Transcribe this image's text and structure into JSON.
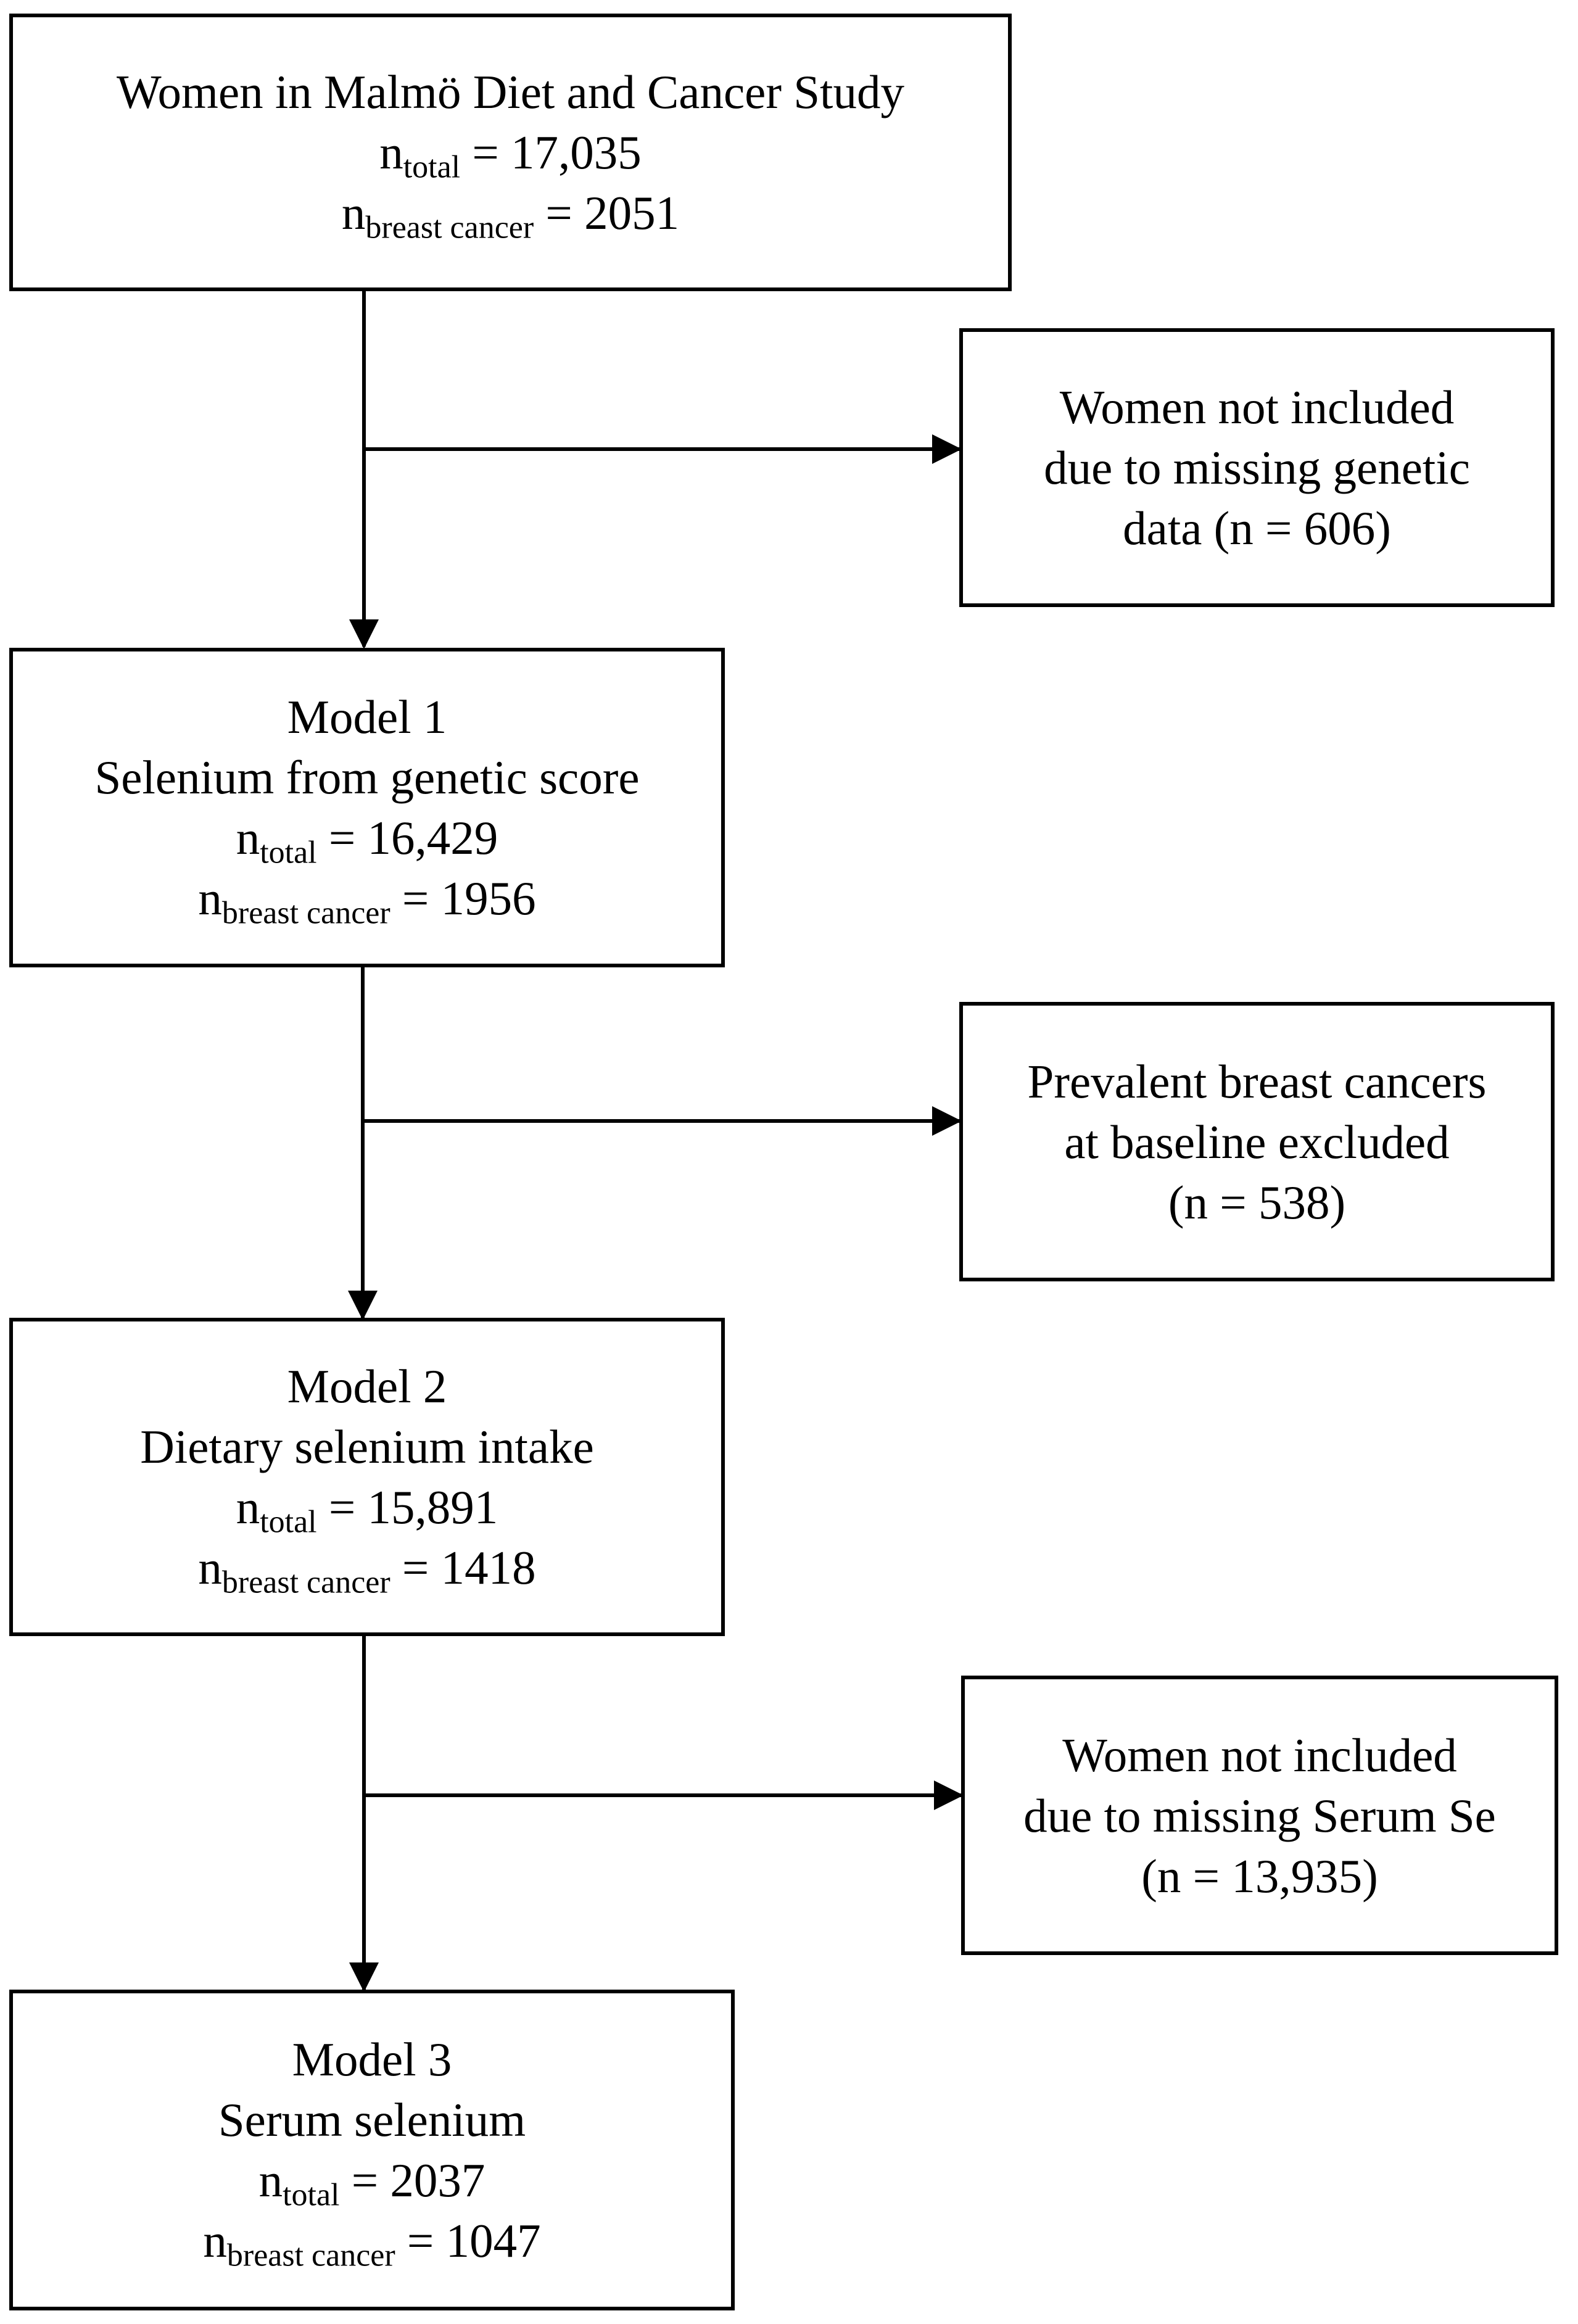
{
  "main_boxes": [
    {
      "title": "Women in Malmö Diet and Cancer Study",
      "subtitle": "",
      "n_total": "= 17,035",
      "n_breast_cancer": "= 2051"
    },
    {
      "title": "Model 1",
      "subtitle": "Selenium from genetic score",
      "n_total": "= 16,429",
      "n_breast_cancer": "= 1956"
    },
    {
      "title": "Model 2",
      "subtitle": "Dietary selenium intake",
      "n_total": "= 15,891",
      "n_breast_cancer": "= 1418"
    },
    {
      "title": "Model 3",
      "subtitle": "Serum selenium",
      "n_total": "= 2037",
      "n_breast_cancer": "= 1047"
    }
  ],
  "labels": {
    "n": "n",
    "total": "total",
    "breast_cancer": "breast cancer"
  },
  "exclusion_boxes": [
    {
      "lines": [
        "Women not included",
        "due to missing genetic",
        "data (n = 606)"
      ]
    },
    {
      "lines": [
        "Prevalent breast cancers",
        "at baseline excluded",
        "(n = 538)"
      ]
    },
    {
      "lines": [
        "Women not included",
        "due to missing Serum Se",
        "(n = 13,935)"
      ]
    }
  ],
  "style": {
    "line_color": "#000000",
    "background": "#ffffff"
  }
}
